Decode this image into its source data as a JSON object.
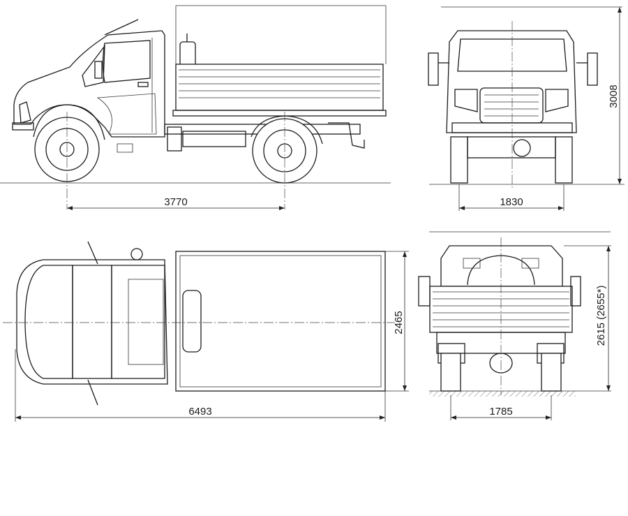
{
  "dimensions": {
    "wheelbase": "3770",
    "front_track_width": "1830",
    "overall_height": "3008",
    "body_width": "2465",
    "overall_length": "6493",
    "rear_track_width": "1785",
    "rear_height": "2615 (2655*)"
  }
}
